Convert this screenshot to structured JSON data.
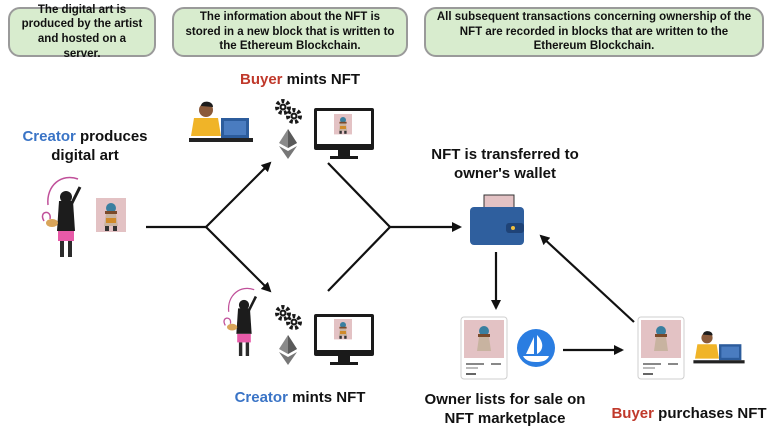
{
  "info_boxes": [
    {
      "text": "The digital art is produced by the artist and hosted on a server."
    },
    {
      "text": "The information about the NFT is stored in a new block that is written to the Ethereum Blockchain."
    },
    {
      "text": "All subsequent transactions concerning ownership of the NFT are recorded in blocks that are written to the Ethereum Blockchain."
    }
  ],
  "labels": {
    "creator_produces": {
      "role": "Creator",
      "rest_line1": " produces",
      "line2": "digital art"
    },
    "buyer_mints": {
      "role": "Buyer",
      "rest": " mints NFT"
    },
    "creator_mints": {
      "role": "Creator",
      "rest": " mints NFT"
    },
    "transferred": {
      "line1": "NFT is transferred to",
      "line2": "owner's wallet"
    },
    "owner_lists": {
      "line1": "Owner lists for sale on",
      "line2": "NFT marketplace"
    },
    "buyer_purchases": {
      "role": "Buyer",
      "rest": " purchases NFT"
    }
  },
  "colors": {
    "creator": "#3a74c6",
    "buyer": "#c0392b",
    "box_fill": "#d8ecce",
    "wallet": "#2f5f9e",
    "marketplace": "#2a7de1"
  },
  "icons": [
    "artist-figure-icon",
    "nft-art-icon",
    "laptop-person-icon",
    "gear-icon",
    "ethereum-icon",
    "monitor-icon",
    "wallet-icon",
    "nft-card-icon",
    "opensea-boat-icon"
  ]
}
